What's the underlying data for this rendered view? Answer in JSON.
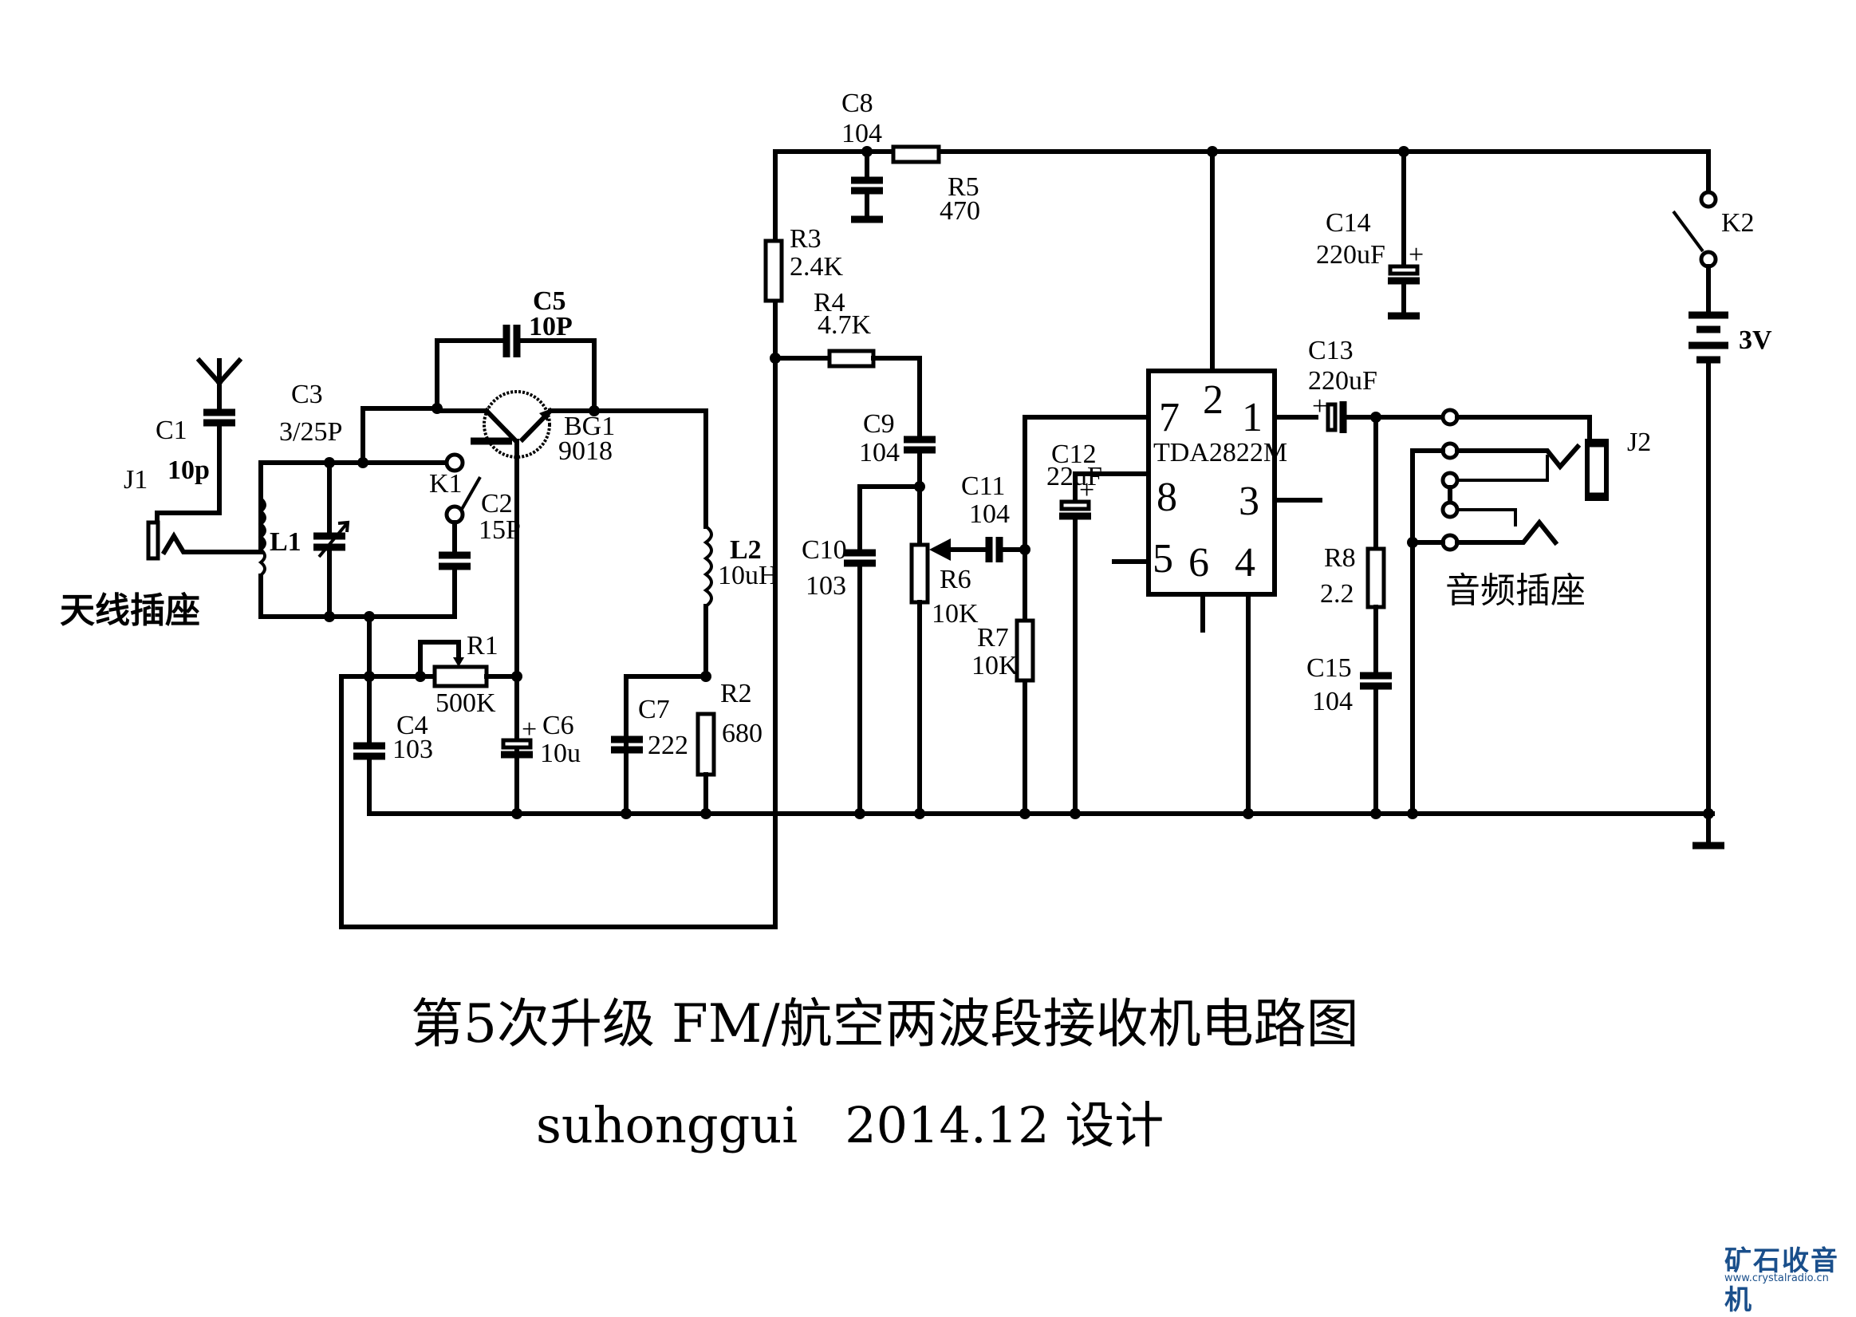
{
  "title": {
    "main": "第5次升级 FM/航空两波段接收机电路图",
    "sub": "suhonggui   2014.12 设计"
  },
  "watermark": {
    "brand": "矿石收音机",
    "url": "www.crystalradio.cn",
    "color": "#1a4f8b"
  },
  "section_labels": {
    "antenna_jack": "天线插座",
    "audio_jack": "音频插座"
  },
  "components": {
    "J1": {
      "ref": "J1",
      "type": "antenna-jack"
    },
    "C1": {
      "ref": "C1",
      "value": "10p"
    },
    "C2": {
      "ref": "C2",
      "value": "15P"
    },
    "C3": {
      "ref": "C3",
      "value": "3/25P"
    },
    "C4": {
      "ref": "C4",
      "value": "103"
    },
    "C5": {
      "ref": "C5",
      "value": "10P"
    },
    "C6": {
      "ref": "C6",
      "value": "10u"
    },
    "C7": {
      "ref": "C7",
      "value": "222"
    },
    "C8": {
      "ref": "C8",
      "value": "104"
    },
    "C9": {
      "ref": "C9",
      "value": "104"
    },
    "C10": {
      "ref": "C10",
      "value": "103"
    },
    "C11": {
      "ref": "C11",
      "value": "104"
    },
    "C12": {
      "ref": "C12",
      "value": "22uF"
    },
    "C13": {
      "ref": "C13",
      "value": "220uF"
    },
    "C14": {
      "ref": "C14",
      "value": "220uF"
    },
    "C15": {
      "ref": "C15",
      "value": "104"
    },
    "R1": {
      "ref": "R1",
      "value": "500K"
    },
    "R2": {
      "ref": "R2",
      "value": "680"
    },
    "R3": {
      "ref": "R3",
      "value": "2.4K"
    },
    "R4": {
      "ref": "R4",
      "value": "4.7K"
    },
    "R5": {
      "ref": "R5",
      "value": "470"
    },
    "R6": {
      "ref": "R6",
      "value": "10K"
    },
    "R7": {
      "ref": "R7",
      "value": "10K"
    },
    "R8": {
      "ref": "R8",
      "value": "2.2"
    },
    "L1": {
      "ref": "L1"
    },
    "L2": {
      "ref": "L2",
      "value": "10uH"
    },
    "BG1": {
      "ref": "BG1",
      "value": "9018"
    },
    "K1": {
      "ref": "K1"
    },
    "K2": {
      "ref": "K2"
    },
    "J2": {
      "ref": "J2",
      "type": "audio-jack"
    },
    "battery": {
      "value": "3V"
    },
    "IC": {
      "part": "TDA2822M",
      "pins": [
        "1",
        "2",
        "3",
        "4",
        "5",
        "6",
        "7",
        "8"
      ]
    }
  },
  "plus_sign": "+"
}
